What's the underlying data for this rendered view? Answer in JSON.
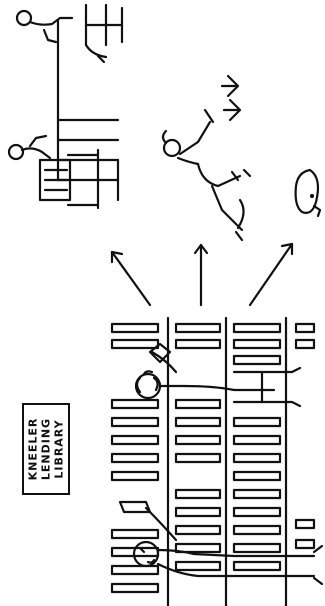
{
  "sign": {
    "line1": "KNEELER",
    "line2": "LENDING",
    "line3": "LIBRARY"
  },
  "colors": {
    "ink": "#111111",
    "paper": "#ffffff"
  }
}
